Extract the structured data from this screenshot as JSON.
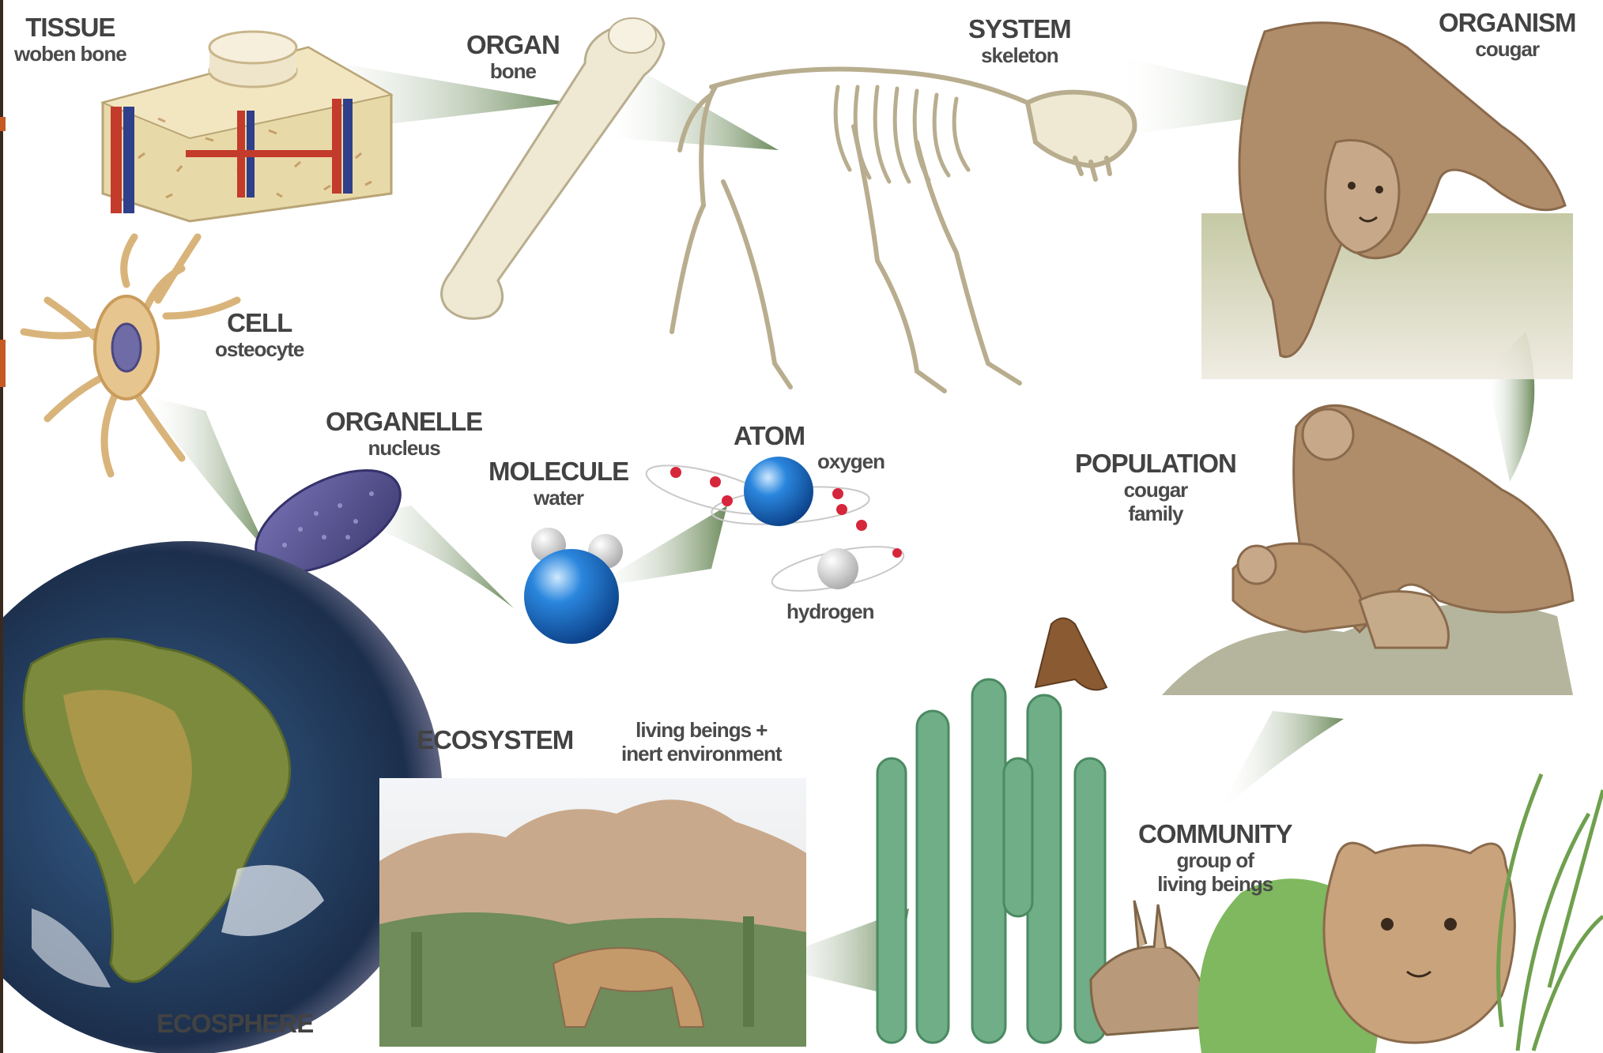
{
  "levels": {
    "tissue": {
      "title": "TISSUE",
      "sub": "woben bone"
    },
    "organ": {
      "title": "ORGAN",
      "sub": "bone"
    },
    "system": {
      "title": "SYSTEM",
      "sub": "skeleton"
    },
    "organism": {
      "title": "ORGANISM",
      "sub": "cougar"
    },
    "cell": {
      "title": "CELL",
      "sub": "osteocyte"
    },
    "organelle": {
      "title": "ORGANELLE",
      "sub": "nucleus"
    },
    "molecule": {
      "title": "MOLECULE",
      "sub": "water"
    },
    "atom": {
      "title": "ATOM",
      "sub_oxygen": "oxygen",
      "sub_hydrogen": "hydrogen"
    },
    "population": {
      "title": "POPULATION",
      "sub1": "cougar",
      "sub2": "family"
    },
    "ecosystem": {
      "title": "ECOSYSTEM",
      "sub1": "living beings +",
      "sub2": "inert environment"
    },
    "community": {
      "title": "COMMUNITY",
      "sub1": "group of",
      "sub2": "living beings"
    },
    "ecosphere": {
      "title": "ECOSPHERE"
    }
  },
  "colors": {
    "arrow": "#7f9a6e",
    "bone": "#efe8d2",
    "cougar": "#b08d6a",
    "sphere_blue": "#1f6fc4",
    "nucleus": "#5d5a95",
    "cactus": "#6fae86",
    "earth_ocean": "#2c4a6e"
  }
}
